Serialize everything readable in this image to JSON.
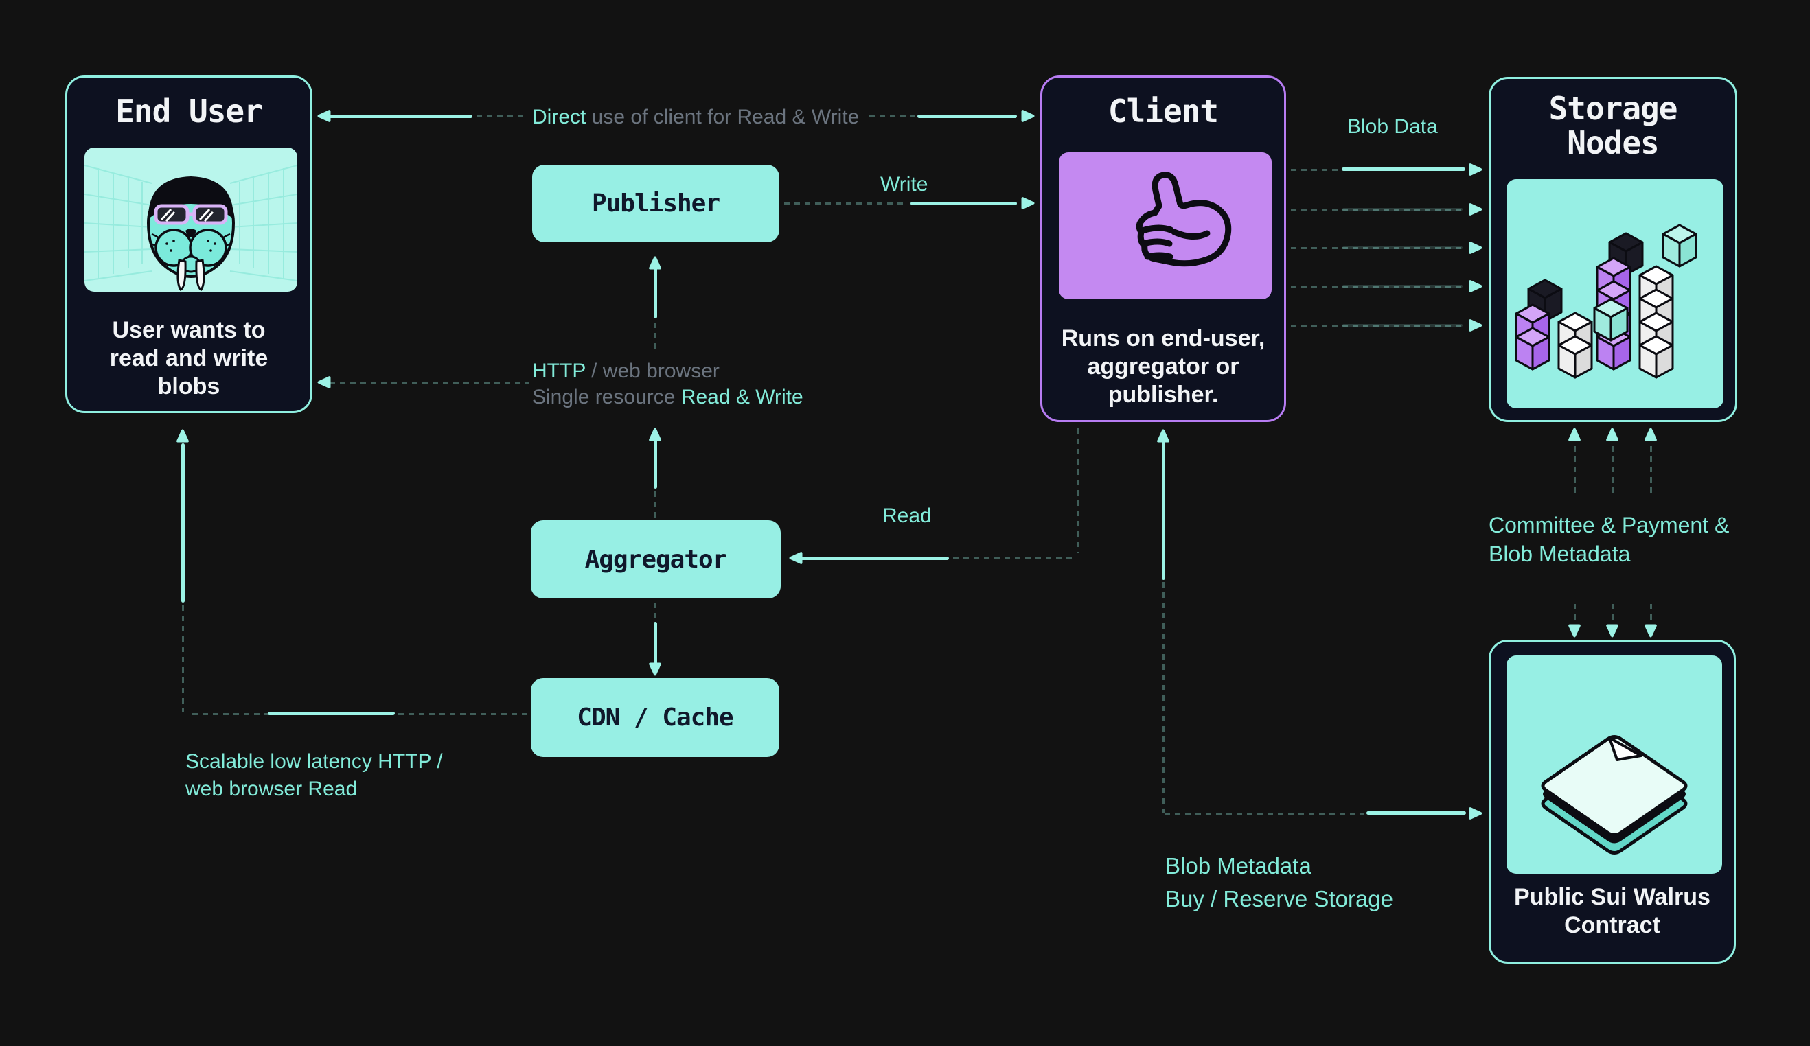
{
  "colors": {
    "background": "#121212",
    "card_bg": "#0D1120",
    "teal": "#8FEFE0",
    "teal_bright": "#9CF2E5",
    "teal_text": "#82EBD9",
    "mint": "#97EFE4",
    "purple": "#C489F1",
    "purple_border": "#B77CF2",
    "gray_text": "#6B747F",
    "dark_text": "#10182B",
    "white": "#F2F4F6"
  },
  "cards": {
    "end_user": {
      "title": "End User",
      "caption_lines": [
        "User wants to",
        "read and write",
        "blobs"
      ],
      "illustration": "walrus-with-sunglasses"
    },
    "client": {
      "title": "Client",
      "caption_lines": [
        "Runs on end-user,",
        "aggregator or",
        "publisher."
      ],
      "illustration": "thumbs-up"
    },
    "storage_nodes": {
      "title_lines": [
        "Storage",
        "Nodes"
      ],
      "illustration": "isometric-cube-stacks"
    },
    "contract": {
      "caption_lines": [
        "Public Sui Walrus",
        "Contract"
      ],
      "illustration": "stacked-documents"
    }
  },
  "nodes": {
    "publisher": "Publisher",
    "aggregator": "Aggregator",
    "cdn": "CDN / Cache"
  },
  "labels": {
    "direct_accent": "Direct ",
    "direct_rest": "use of client for Read & Write",
    "write": "Write",
    "read": "Read",
    "blob_data": "Blob Data",
    "http_accent": "HTTP",
    "http_rest": " / web browser",
    "single_rest": "Single resource ",
    "single_accent": "Read & Write",
    "scalable_line1": "Scalable low latency HTTP /",
    "scalable_line2": "web browser Read",
    "committee_line1": "Committee & Payment &",
    "committee_line2": "Blob Metadata",
    "blob_meta_line1": "Blob Metadata",
    "blob_meta_line2": "Buy / Reserve Storage"
  }
}
